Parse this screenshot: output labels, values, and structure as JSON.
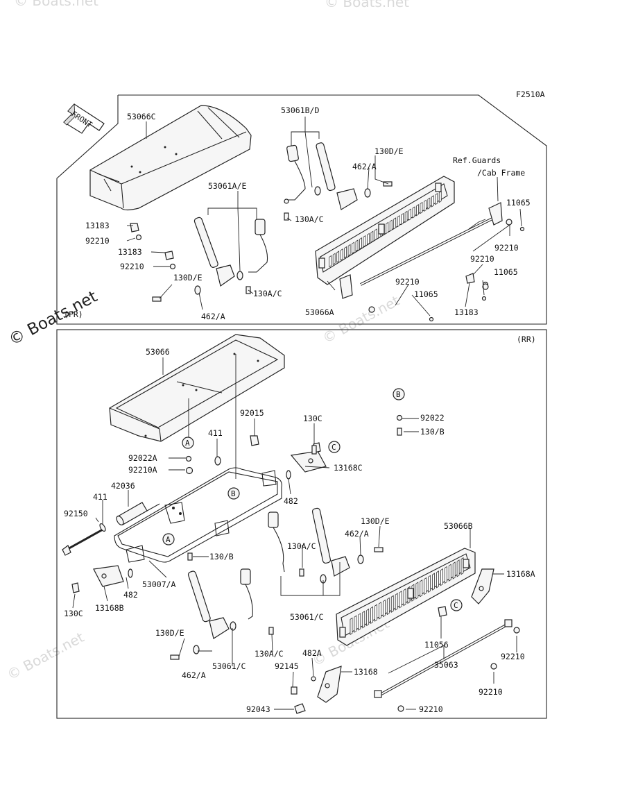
{
  "figure_code": "F2510A",
  "front_label": "FRONT",
  "section_labels": {
    "front": "(FR)",
    "rear": "(RR)"
  },
  "watermarks": [
    "© Boats.net",
    "© Boats.net",
    "© Boats.net",
    "© Boats.net",
    "© Boats.net",
    "© Boats.net"
  ],
  "callouts": {
    "A": "A",
    "B": "B",
    "C": "C"
  },
  "ref_note": [
    "Ref.Guards",
    "/Cab Frame"
  ],
  "front_parts": {
    "p53066C": "53066C",
    "p53061BD": "53061B/D",
    "p130DE_a": "130D/E",
    "p462A_a": "462/A",
    "p130AC_a": "130A/C",
    "p53061AE": "53061A/E",
    "p13183_a": "13183",
    "p92210_a": "92210",
    "p13183_b": "13183",
    "p92210_b": "92210",
    "p130DE_b": "130D/E",
    "p462A_b": "462/A",
    "p130AC_b": "130A/C",
    "p11065_a": "11065",
    "p92210_c": "92210",
    "p92210_d": "92210",
    "p11065_b": "11065",
    "p92210_e": "92210",
    "p11065_c": "11065",
    "p13183_c": "13183",
    "p53066A": "53066A"
  },
  "rear_parts": {
    "p53066": "53066",
    "p92015": "92015",
    "p130C_a": "130C",
    "p411_a": "411",
    "p92022A": "92022A",
    "p92210A": "92210A",
    "p13168C": "13168C",
    "p482_a": "482",
    "p42036": "42036",
    "p411_b": "411",
    "p92150": "92150",
    "p92022": "92022",
    "p130B_a": "130/B",
    "p130DE": "130D/E",
    "p462A_a": "462/A",
    "p130AC_a": "130A/C",
    "p53066B": "53066B",
    "p130B_b": "130/B",
    "p53007A": "53007/A",
    "p13168A": "13168A",
    "p482_b": "482",
    "p130C_b": "130C",
    "p13168B": "13168B",
    "p53061C_a": "53061/C",
    "p11056": "11056",
    "p130DE_b": "130D/E",
    "p130AC_b": "130A/C",
    "p482A": "482A",
    "p92210_a": "92210",
    "p462A_b": "462/A",
    "p53061C_b": "53061/C",
    "p92145": "92145",
    "p13168": "13168",
    "p35063": "35063",
    "p92210_b": "92210",
    "p92043": "92043",
    "p92210_c": "92210"
  }
}
